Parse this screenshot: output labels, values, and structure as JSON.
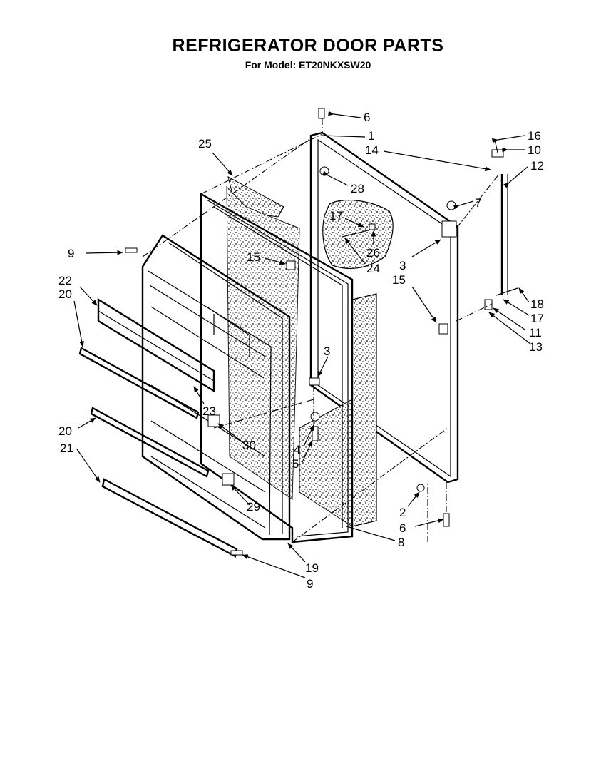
{
  "header": {
    "title": "REFRIGERATOR DOOR PARTS",
    "subtitle": "For Model: ET20NKXSW20"
  },
  "callouts": [
    {
      "id": "c6a",
      "text": "6"
    },
    {
      "id": "c1",
      "text": "1"
    },
    {
      "id": "c25",
      "text": "25"
    },
    {
      "id": "c28",
      "text": "28"
    },
    {
      "id": "c16",
      "text": "16"
    },
    {
      "id": "c14",
      "text": "14"
    },
    {
      "id": "c10",
      "text": "10"
    },
    {
      "id": "c12",
      "text": "12"
    },
    {
      "id": "c7",
      "text": "7"
    },
    {
      "id": "c17a",
      "text": "17"
    },
    {
      "id": "c26",
      "text": "26"
    },
    {
      "id": "c24",
      "text": "24"
    },
    {
      "id": "c3a",
      "text": "3"
    },
    {
      "id": "c15a",
      "text": "15"
    },
    {
      "id": "c15b",
      "text": "15"
    },
    {
      "id": "c9a",
      "text": "9"
    },
    {
      "id": "c22",
      "text": "22"
    },
    {
      "id": "c20a",
      "text": "20"
    },
    {
      "id": "c18",
      "text": "18"
    },
    {
      "id": "c17b",
      "text": "17"
    },
    {
      "id": "c11",
      "text": "11"
    },
    {
      "id": "c13",
      "text": "13"
    },
    {
      "id": "c3b",
      "text": "3"
    },
    {
      "id": "c23",
      "text": "23"
    },
    {
      "id": "c30",
      "text": "30"
    },
    {
      "id": "c20b",
      "text": "20"
    },
    {
      "id": "c21",
      "text": "21"
    },
    {
      "id": "c4",
      "text": "4"
    },
    {
      "id": "c5",
      "text": "5"
    },
    {
      "id": "c29",
      "text": "29"
    },
    {
      "id": "c2",
      "text": "2"
    },
    {
      "id": "c6b",
      "text": "6"
    },
    {
      "id": "c8",
      "text": "8"
    },
    {
      "id": "c19",
      "text": "19"
    },
    {
      "id": "c9b",
      "text": "9"
    }
  ]
}
